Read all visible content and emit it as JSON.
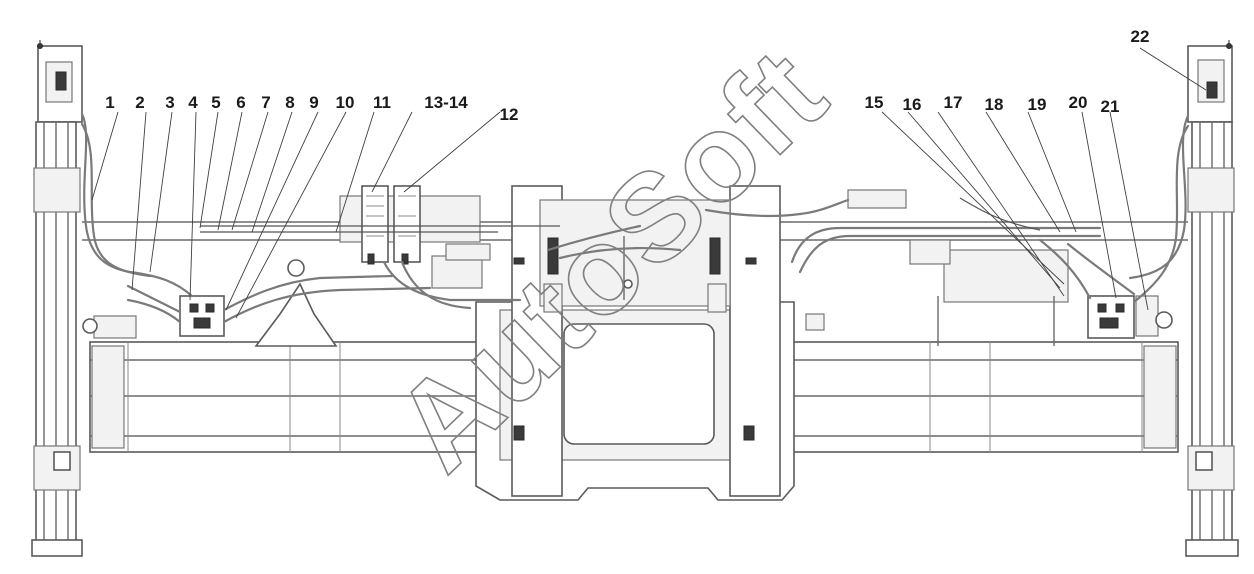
{
  "watermark": "AutoSoft",
  "callouts": [
    {
      "id": "1",
      "label": "1"
    },
    {
      "id": "2",
      "label": "2"
    },
    {
      "id": "3",
      "label": "3"
    },
    {
      "id": "4",
      "label": "4"
    },
    {
      "id": "5",
      "label": "5"
    },
    {
      "id": "6",
      "label": "6"
    },
    {
      "id": "7",
      "label": "7"
    },
    {
      "id": "8",
      "label": "8"
    },
    {
      "id": "9",
      "label": "9"
    },
    {
      "id": "10",
      "label": "10"
    },
    {
      "id": "11",
      "label": "11"
    },
    {
      "id": "13-14",
      "label": "13-14"
    },
    {
      "id": "12",
      "label": "12"
    },
    {
      "id": "15",
      "label": "15"
    },
    {
      "id": "16",
      "label": "16"
    },
    {
      "id": "17",
      "label": "17"
    },
    {
      "id": "18",
      "label": "18"
    },
    {
      "id": "19",
      "label": "19"
    },
    {
      "id": "20",
      "label": "20"
    },
    {
      "id": "21",
      "label": "21"
    },
    {
      "id": "22",
      "label": "22"
    }
  ],
  "colors": {
    "line": "#5a5a5a",
    "text": "#1a1a1a",
    "watermark": "#808080"
  }
}
